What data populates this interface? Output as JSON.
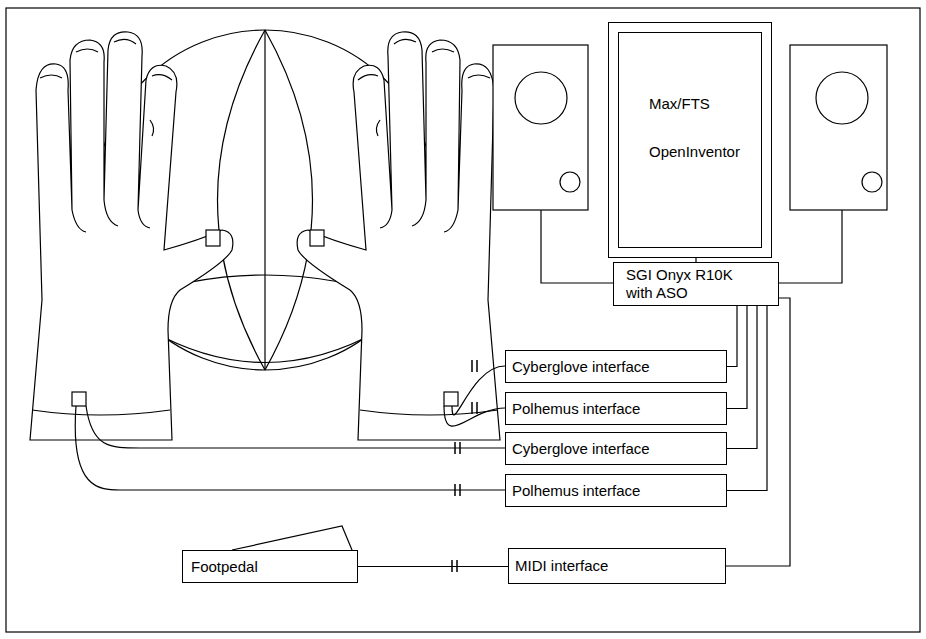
{
  "diagram": {
    "nodes": [
      {
        "text": [
          "Max/FTS",
          "OpenInventor"
        ]
      },
      {
        "text": [
          "SGI Onyx R10K with ASO"
        ]
      },
      {
        "text": [
          "Cyberglove interface"
        ]
      },
      {
        "text": [
          "Polhemus interface"
        ]
      },
      {
        "text": [
          "Cyberglove interface"
        ]
      },
      {
        "text": [
          "Polhemus interface"
        ]
      },
      {
        "text": [
          "Footpedal"
        ]
      },
      {
        "text": [
          "MIDI interface"
        ]
      }
    ],
    "edges": [
      {
        "from": 0,
        "to": 1,
        "arrow": "none"
      },
      {
        "from": 2,
        "to": 1,
        "arrow": "none"
      },
      {
        "from": 3,
        "to": 1,
        "arrow": "none"
      },
      {
        "from": 4,
        "to": 1,
        "arrow": "none"
      },
      {
        "from": 5,
        "to": 1,
        "arrow": "none"
      },
      {
        "from": 7,
        "to": 1,
        "arrow": "none"
      },
      {
        "from": 6,
        "to": 7,
        "arrow": "none"
      }
    ]
  }
}
